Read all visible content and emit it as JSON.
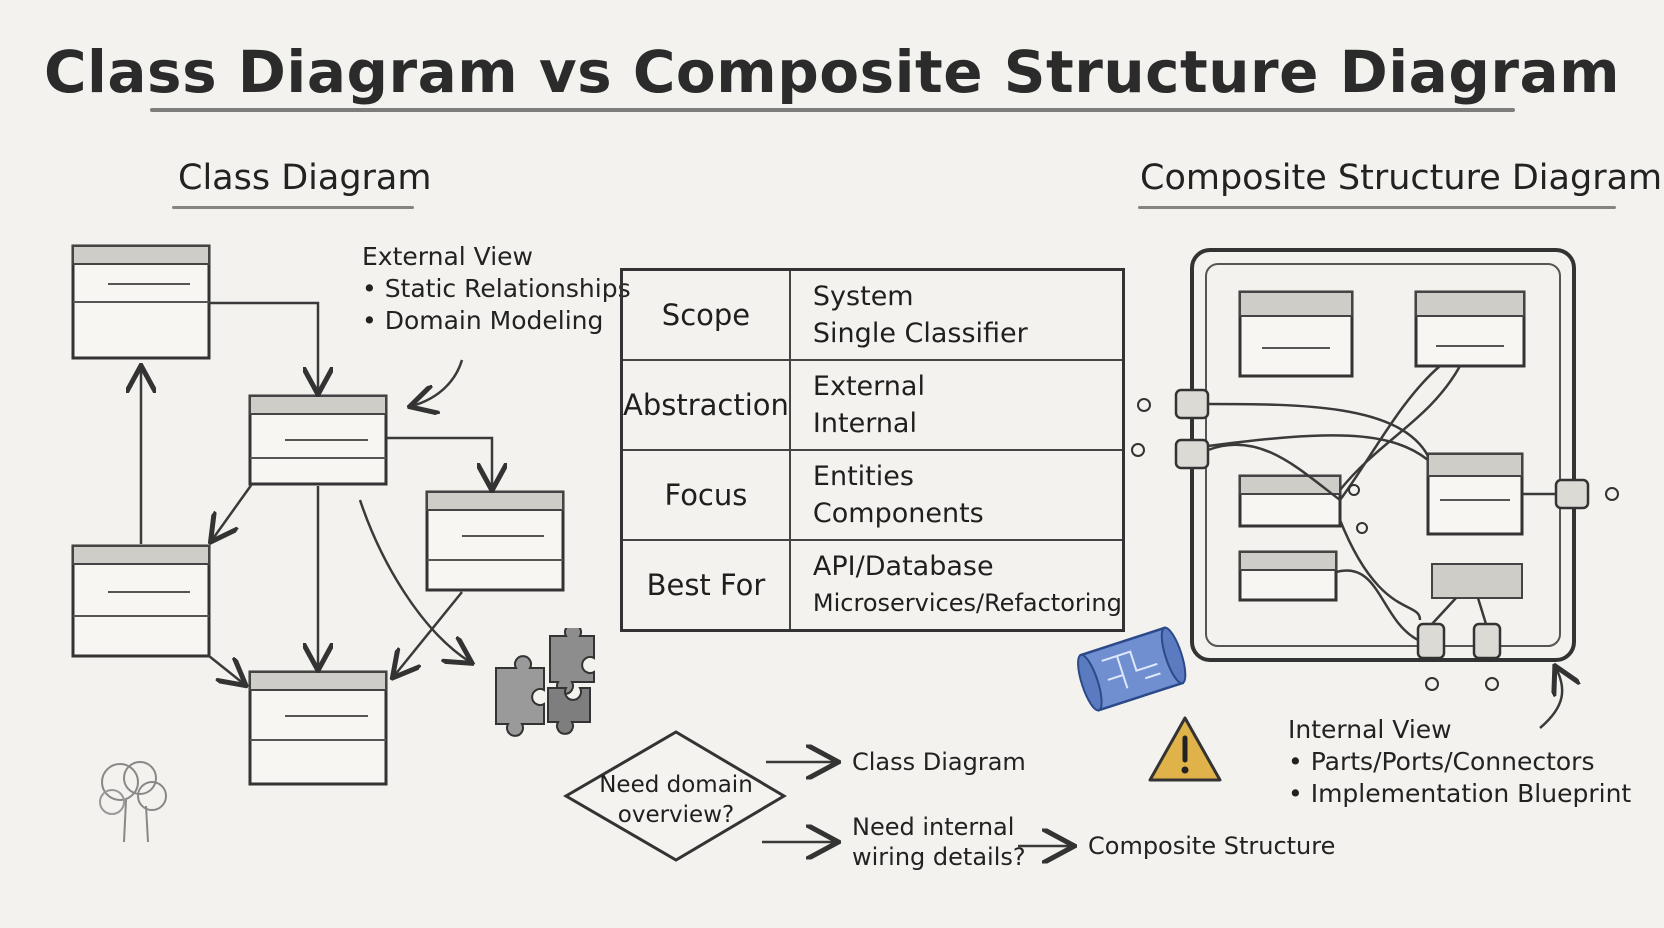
{
  "title": "Class Diagram vs Composite Structure Diagram",
  "left": {
    "heading": "Class Diagram",
    "note": [
      "External View",
      "• Static Relationships",
      "• Domain Modeling"
    ]
  },
  "right": {
    "heading": "Composite Structure Diagram",
    "note": [
      "Internal View",
      "• Parts/Ports/Connectors",
      "• Implementation Blueprint"
    ]
  },
  "table": {
    "rows": [
      {
        "label": "Scope",
        "values": [
          "System",
          "Single Classifier"
        ]
      },
      {
        "label": "Abstraction",
        "values": [
          "External",
          "Internal"
        ]
      },
      {
        "label": "Focus",
        "values": [
          "Entities",
          "Components"
        ]
      },
      {
        "label": "Best For",
        "values": [
          "API/Database",
          "Microservices/Refactoring"
        ]
      }
    ]
  },
  "flow": {
    "decision": [
      "Need domain",
      "overview?"
    ],
    "outcome_a": "Class Diagram",
    "question_b": [
      "Need internal",
      "wiring details?"
    ],
    "outcome_b": "Composite Structure"
  },
  "icons": [
    "puzzle-icon",
    "blueprint-icon",
    "warning-icon",
    "tree-sketch-icon"
  ],
  "colors": {
    "blueprint": "#6f8fd0",
    "warning": "#e0b24a"
  }
}
